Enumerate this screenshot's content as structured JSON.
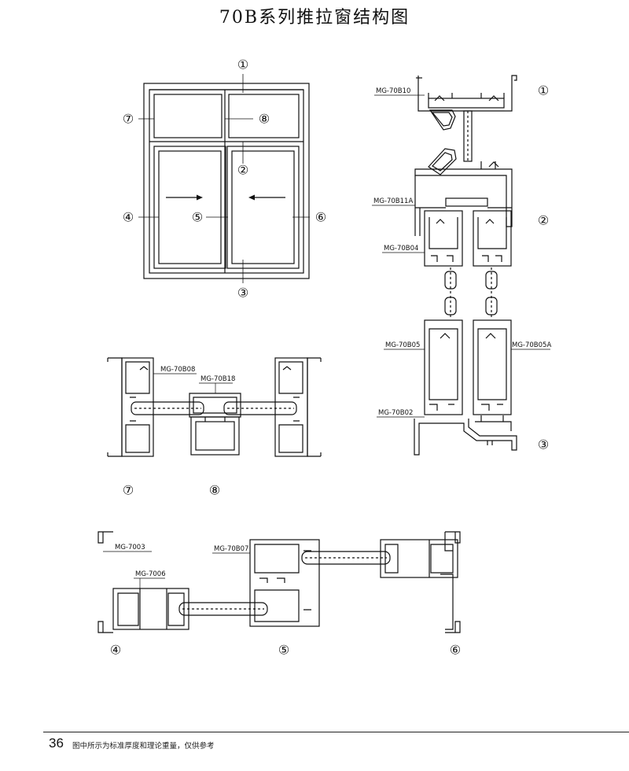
{
  "title": "70B系列推拉窗结构图",
  "markers": [
    "①",
    "②",
    "③",
    "④",
    "⑤",
    "⑥",
    "⑦",
    "⑧"
  ],
  "profiles": {
    "top": "MG-70B10",
    "mid": "MG-70B11A",
    "sash1": "MG-70B04",
    "sash2": "MG-70B05",
    "sash2a": "MG-70B05A",
    "bottom": "MG-70B02",
    "side": "MG-70B08",
    "mullion": "MG-70B18",
    "frame": "MG-7003",
    "interlock": "MG-7006",
    "meeting": "MG-70B07"
  },
  "footer": {
    "page": "36",
    "note": "图中所示为标准厚度和理论重量，仅供参考"
  }
}
